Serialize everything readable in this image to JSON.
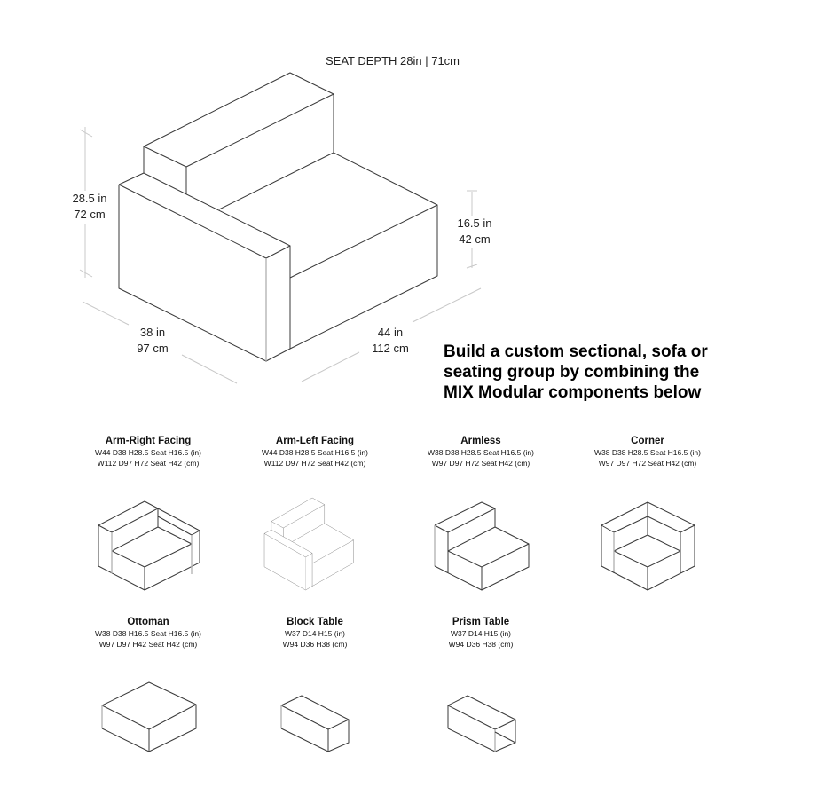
{
  "main_diagram": {
    "seat_depth": "SEAT DEPTH 28in | 71cm",
    "height": {
      "in": "28.5 in",
      "cm": "72 cm"
    },
    "seat_height": {
      "in": "16.5 in",
      "cm": "42 cm"
    },
    "depth": {
      "in": "38 in",
      "cm": "97 cm"
    },
    "width": {
      "in": "44 in",
      "cm": "112 cm"
    }
  },
  "headline": [
    "Build a custom sectional, sofa or",
    "seating group by combining the",
    "MIX Modular components below"
  ],
  "components": [
    {
      "title": "Arm-Right Facing",
      "spec_in": "W44 D38 H28.5 Seat H16.5 (in)",
      "spec_cm": "W112 D97 H72 Seat H42 (cm)"
    },
    {
      "title": "Arm-Left Facing",
      "spec_in": "W44 D38 H28.5 Seat H16.5 (in)",
      "spec_cm": "W112 D97 H72 Seat H42 (cm)"
    },
    {
      "title": "Armless",
      "spec_in": "W38 D38 H28.5 Seat H16.5 (in)",
      "spec_cm": "W97 D97 H72 Seat H42 (cm)"
    },
    {
      "title": "Corner",
      "spec_in": "W38 D38 H28.5 Seat H16.5 (in)",
      "spec_cm": "W97 D97 H72 Seat H42 (cm)"
    },
    {
      "title": "Ottoman",
      "spec_in": "W38 D38 H16.5 Seat H16.5 (in)",
      "spec_cm": "W97 D97 H42 Seat H42 (cm)"
    },
    {
      "title": "Block Table",
      "spec_in": "W37 D14 H15 (in)",
      "spec_cm": "W94 D36 H38 (cm)"
    },
    {
      "title": "Prism Table",
      "spec_in": "W37 D14 H15 (in)",
      "spec_cm": "W94 D36 H38 (cm)"
    }
  ]
}
